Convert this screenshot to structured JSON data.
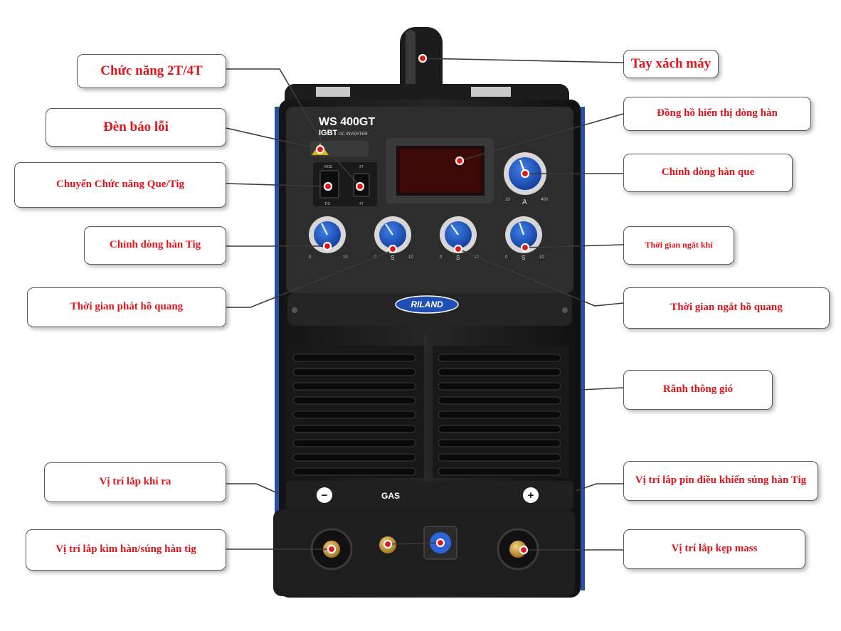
{
  "machine": {
    "model": "WS 400GT",
    "tech": "IGBT",
    "tech_sub": "DC INVERTER",
    "brand": "RILAND",
    "display_scale_min": "10",
    "display_scale_max": "400",
    "display_unit": "A",
    "switch_que_top": "ROD",
    "switch_que_bottom": "TIG",
    "switch_2t4t_top": "2T",
    "switch_2t4t_bottom": "4T",
    "knob_scales": [
      {
        "min": "0",
        "mid": "",
        "max": "10"
      },
      {
        "min": "0",
        "mid": "S",
        "max": "10"
      },
      {
        "min": "0",
        "mid": "S",
        "max": "10"
      },
      {
        "min": "0",
        "mid": "S",
        "max": "10"
      }
    ],
    "panel_gas": "GAS",
    "minus_symbol": "−",
    "plus_symbol": "+"
  },
  "labels": {
    "tay_xach": "Tay xách máy",
    "chuc_nang_2t4t": "Chức năng 2T/4T",
    "den_bao_loi": "Đèn báo lỗi",
    "dong_ho": "Đồng hồ hiển thị dòng hàn",
    "chuyen_que_tig": "Chuyển Chức năng Que/Tig",
    "chinh_dong_que": "Chỉnh dòng hàn que",
    "chinh_dong_tig": "Chỉnh dòng hàn Tig",
    "ngat_khi": "Thời gian ngắt khí",
    "phat_ho_quang": "Thời gian phát hồ quang",
    "ngat_ho_quang": "Thời gian ngắt hồ quang",
    "ranh_thong_gio": "Rãnh thông gió",
    "khi_ra": "Vị trí lắp khí ra",
    "pin_dieu_khien": "Vị trí lắp pin điều khiển súng hàn Tig",
    "kim_han": "Vị trí lắp kìm hàn/súng hàn tig",
    "kep_mass": "Vị trí lắp kẹp mass"
  }
}
